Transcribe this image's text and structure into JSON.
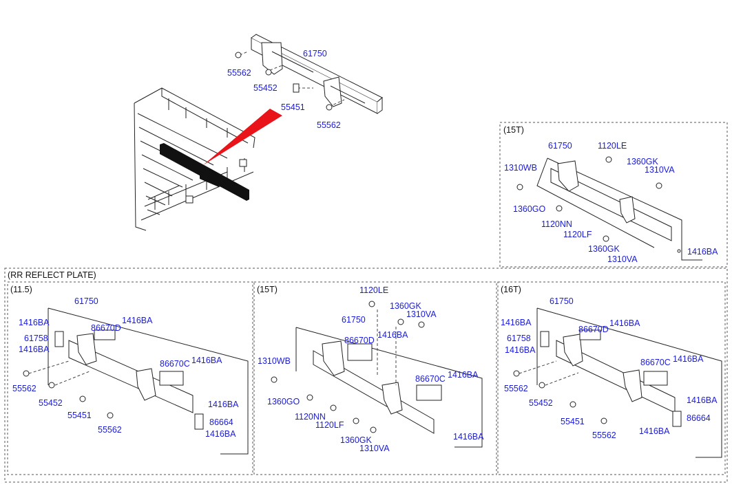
{
  "colors": {
    "label": "#1a1adc",
    "highlight": "#e8141a",
    "line": "#222222",
    "section": "#111111"
  },
  "top": {
    "labels": [
      "61750",
      "55562",
      "55452",
      "55451",
      "55562"
    ]
  },
  "box_15t_top": {
    "title": "(15T)",
    "labels": [
      "61750",
      "1120LE",
      "1360GK",
      "1310VA",
      "1310WB",
      "1360GO",
      "1120NN",
      "1120LF",
      "1360GK",
      "1310VA",
      "1416BA"
    ]
  },
  "rr_reflect_plate": {
    "title": "(RR REFLECT PLATE)",
    "panel_115": {
      "title": "(11.5)",
      "labels": [
        "61750",
        "1416BA",
        "86670D",
        "1416BA",
        "61758",
        "1416BA",
        "86670C",
        "1416BA",
        "55562",
        "55452",
        "1416BA",
        "55451",
        "86664",
        "55562",
        "1416BA"
      ]
    },
    "panel_15t": {
      "title": "(15T)",
      "labels": [
        "1120LE",
        "1360GK",
        "1310VA",
        "61750",
        "86670D",
        "1416BA",
        "1310WB",
        "86670C",
        "1416BA",
        "1360GO",
        "1120NN",
        "1120LF",
        "1360GK",
        "1310VA",
        "1416BA"
      ]
    },
    "panel_16t": {
      "title": "(16T)",
      "labels": [
        "61750",
        "1416BA",
        "86670D",
        "1416BA",
        "61758",
        "1416BA",
        "86670C",
        "1416BA",
        "55562",
        "55452",
        "1416BA",
        "55451",
        "86664",
        "55562",
        "1416BA"
      ]
    }
  }
}
